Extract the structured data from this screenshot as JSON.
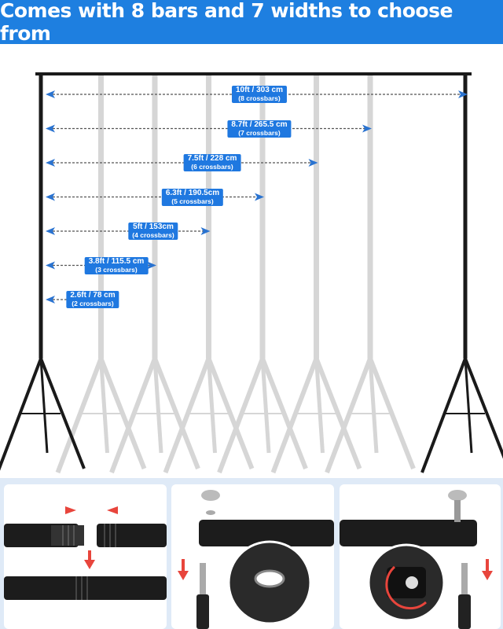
{
  "banner": {
    "title": "Comes with 8 bars and 7 widths to choose from",
    "color": "#1e7fe0"
  },
  "widths": [
    {
      "size": "10ft / 303 cm",
      "crossbars": "(8 crossbars)",
      "count": 8
    },
    {
      "size": "8.7ft / 265.5 cm",
      "crossbars": "(7 crossbars)",
      "count": 7
    },
    {
      "size": "7.5ft / 228 cm",
      "crossbars": "(6 crossbars)",
      "count": 6
    },
    {
      "size": "6.3ft / 190.5cm",
      "crossbars": "(5 crossbars)",
      "count": 5
    },
    {
      "size": "5ft / 153cm",
      "crossbars": "(4 crossbars)",
      "count": 4
    },
    {
      "size": "3.8ft / 115.5 cm",
      "crossbars": "(3 crossbars)",
      "count": 3
    },
    {
      "size": "2.6ft / 78 cm",
      "crossbars": "(2 crossbars)",
      "count": 2
    }
  ],
  "colors": {
    "label": "#1f78e0",
    "arrow": "#2a73d0",
    "pole": "#1a1a1a",
    "ghost": "#d6d6d6",
    "red_arrow": "#e8453c"
  },
  "panels": [
    "crossbar-connection",
    "wing-nut-hole",
    "wing-nut-screw"
  ]
}
